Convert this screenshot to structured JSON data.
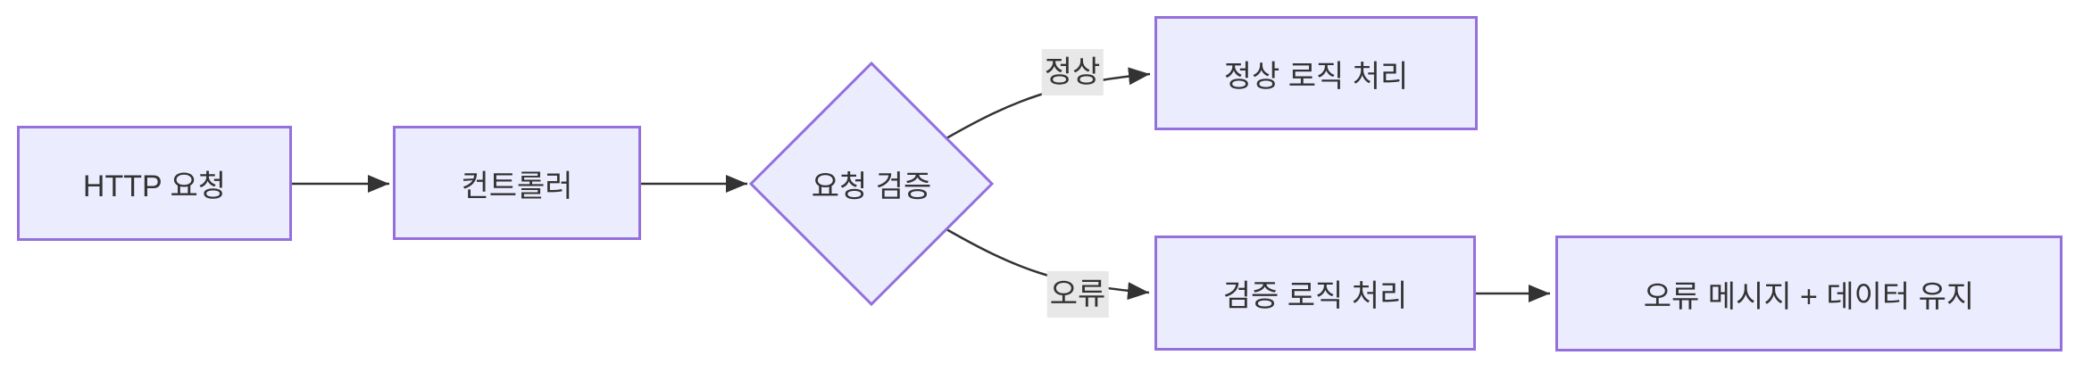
{
  "diagram": {
    "kind": "flowchart",
    "direction": "left-to-right",
    "nodes": [
      {
        "id": "A",
        "shape": "rect",
        "label": "HTTP 요청"
      },
      {
        "id": "B",
        "shape": "rect",
        "label": "컨트롤러"
      },
      {
        "id": "C",
        "shape": "diamond",
        "label": "요청 검증"
      },
      {
        "id": "D",
        "shape": "rect",
        "label": "정상 로직 처리"
      },
      {
        "id": "E",
        "shape": "rect",
        "label": "검증 로직 처리"
      },
      {
        "id": "F",
        "shape": "rect",
        "label": "오류 메시지 + 데이터 유지"
      }
    ],
    "edges": [
      {
        "from": "A",
        "to": "B",
        "label": ""
      },
      {
        "from": "B",
        "to": "C",
        "label": ""
      },
      {
        "from": "C",
        "to": "D",
        "label": "정상"
      },
      {
        "from": "C",
        "to": "E",
        "label": "오류"
      },
      {
        "from": "E",
        "to": "F",
        "label": ""
      }
    ]
  },
  "theme": {
    "node_fill": "#ECECFF",
    "node_border": "#9370DB",
    "edge_color": "#333333",
    "label_bg": "#e8e8e8",
    "text_color": "#333333",
    "canvas_bg": "#ffffff"
  }
}
